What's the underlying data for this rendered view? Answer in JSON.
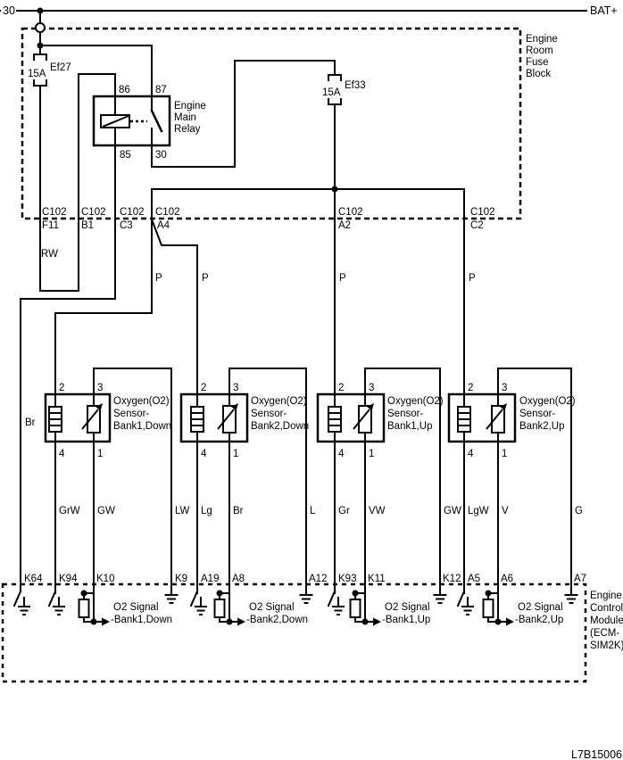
{
  "rail": {
    "left_terminal": "30",
    "right_terminal": "BAT+"
  },
  "diagram_code": "L7B15006",
  "fuse_block": {
    "label": [
      "Engine",
      "Room",
      "Fuse",
      "Block"
    ],
    "fuse1": {
      "id": "Ef27",
      "rating": "15A"
    },
    "fuse2": {
      "id": "Ef33",
      "rating": "15A"
    }
  },
  "relay": {
    "label": [
      "Engine",
      "Main",
      "Relay"
    ],
    "pins": {
      "p86": "86",
      "p87": "87",
      "p85": "85",
      "p30": "30"
    }
  },
  "connector": {
    "name": "C102",
    "pins": {
      "f11": "F11",
      "b1": "B1",
      "c3": "C3",
      "a4": "A4",
      "a2": "A2",
      "c2": "C2"
    }
  },
  "wires": {
    "rw": "RW",
    "br": "Br",
    "p_labels": [
      "P",
      "P",
      "P",
      "P"
    ]
  },
  "sensors": [
    {
      "label": [
        "Oxygen(O2)",
        "Sensor-",
        "Bank1,Down"
      ],
      "pins": {
        "p2": "2",
        "p3": "3",
        "p4": "4",
        "p1": "1"
      },
      "wire_pin4": "GrW",
      "wire_pin1": "GW",
      "wire_pin3": "LW"
    },
    {
      "label": [
        "Oxygen(O2)",
        "Sensor-",
        "Bank2,Down"
      ],
      "pins": {
        "p2": "2",
        "p3": "3",
        "p4": "4",
        "p1": "1"
      },
      "wire_pin4": "Lg",
      "wire_pin1": "Br",
      "wire_pin3": "L"
    },
    {
      "label": [
        "Oxygen(O2)",
        "Sensor-",
        "Bank1,Up"
      ],
      "pins": {
        "p2": "2",
        "p3": "3",
        "p4": "4",
        "p1": "1"
      },
      "wire_pin4": "Gr",
      "wire_pin1": "VW",
      "wire_pin3": "GW"
    },
    {
      "label": [
        "Oxygen(O2)",
        "Sensor-",
        "Bank2,Up"
      ],
      "pins": {
        "p2": "2",
        "p3": "3",
        "p4": "4",
        "p1": "1"
      },
      "wire_pin4": "LgW",
      "wire_pin1": "V",
      "wire_pin3": "G"
    }
  ],
  "ecm": {
    "label": [
      "Engine",
      "Control",
      "Module",
      "(ECM-",
      "SIM2K)"
    ],
    "pins": [
      "K64",
      "K94",
      "K10",
      "K9",
      "A19",
      "A8",
      "A12",
      "K93",
      "K11",
      "K12",
      "A5",
      "A6",
      "A7"
    ],
    "signals": [
      {
        "l1": "O2 Signal",
        "l2": "-Bank1,Down"
      },
      {
        "l1": "O2 Signal",
        "l2": "-Bank2,Down"
      },
      {
        "l1": "O2 Signal",
        "l2": "-Bank1,Up"
      },
      {
        "l1": "O2 Signal",
        "l2": "-Bank2,Up"
      }
    ]
  }
}
